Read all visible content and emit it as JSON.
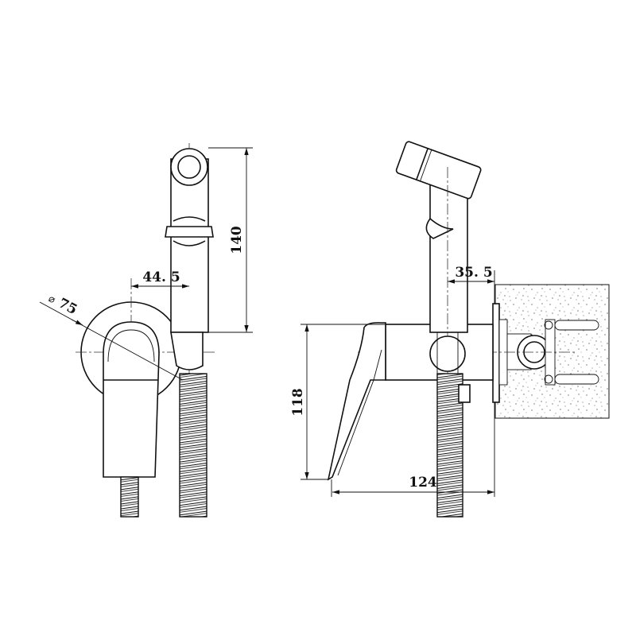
{
  "title": "Bidet shower mixer set - dimensional drawing",
  "side_view": {
    "dim_height": "140",
    "dim_offset": "44. 5",
    "dim_diameter_symbol": "⌀",
    "dim_diameter": "75"
  },
  "front_view": {
    "dim_projection": "35. 5",
    "dim_height": "118",
    "dim_depth": "124"
  }
}
